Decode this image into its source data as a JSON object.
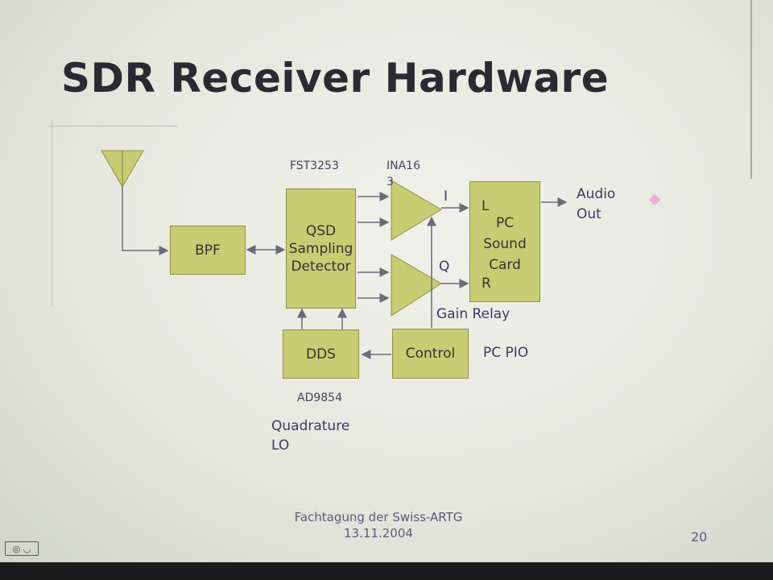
{
  "slide": {
    "title": "SDR Receiver Hardware",
    "footer": {
      "line1": "Fachtagung der Swiss-ARTG",
      "line2": "13.11.2004"
    },
    "page_number": "20"
  },
  "diagram": {
    "blocks": {
      "bpf": "BPF",
      "qsd": [
        "QSD",
        "Sampling",
        "Detector"
      ],
      "pc_sound_card": {
        "left_channel": "L",
        "lines": [
          "PC",
          "Sound",
          "Card"
        ],
        "right_channel": "R"
      },
      "dds": "DDS",
      "control": "Control"
    },
    "labels": {
      "fst3253": "FST3253",
      "ina163": "INA16\n3",
      "i_channel": "I",
      "q_channel": "Q",
      "audio_out": [
        "Audio",
        "Out"
      ],
      "gain_relay": "Gain Relay",
      "pc_pio": "PC PIO",
      "ad9854": "AD9854",
      "quadrature_lo": [
        "Quadrature",
        "LO"
      ]
    },
    "colors": {
      "block_fill": "#c8cc72",
      "block_border": "#8e9247",
      "wire": "#6b6b7a",
      "label_text": "#3a3a6a"
    }
  }
}
